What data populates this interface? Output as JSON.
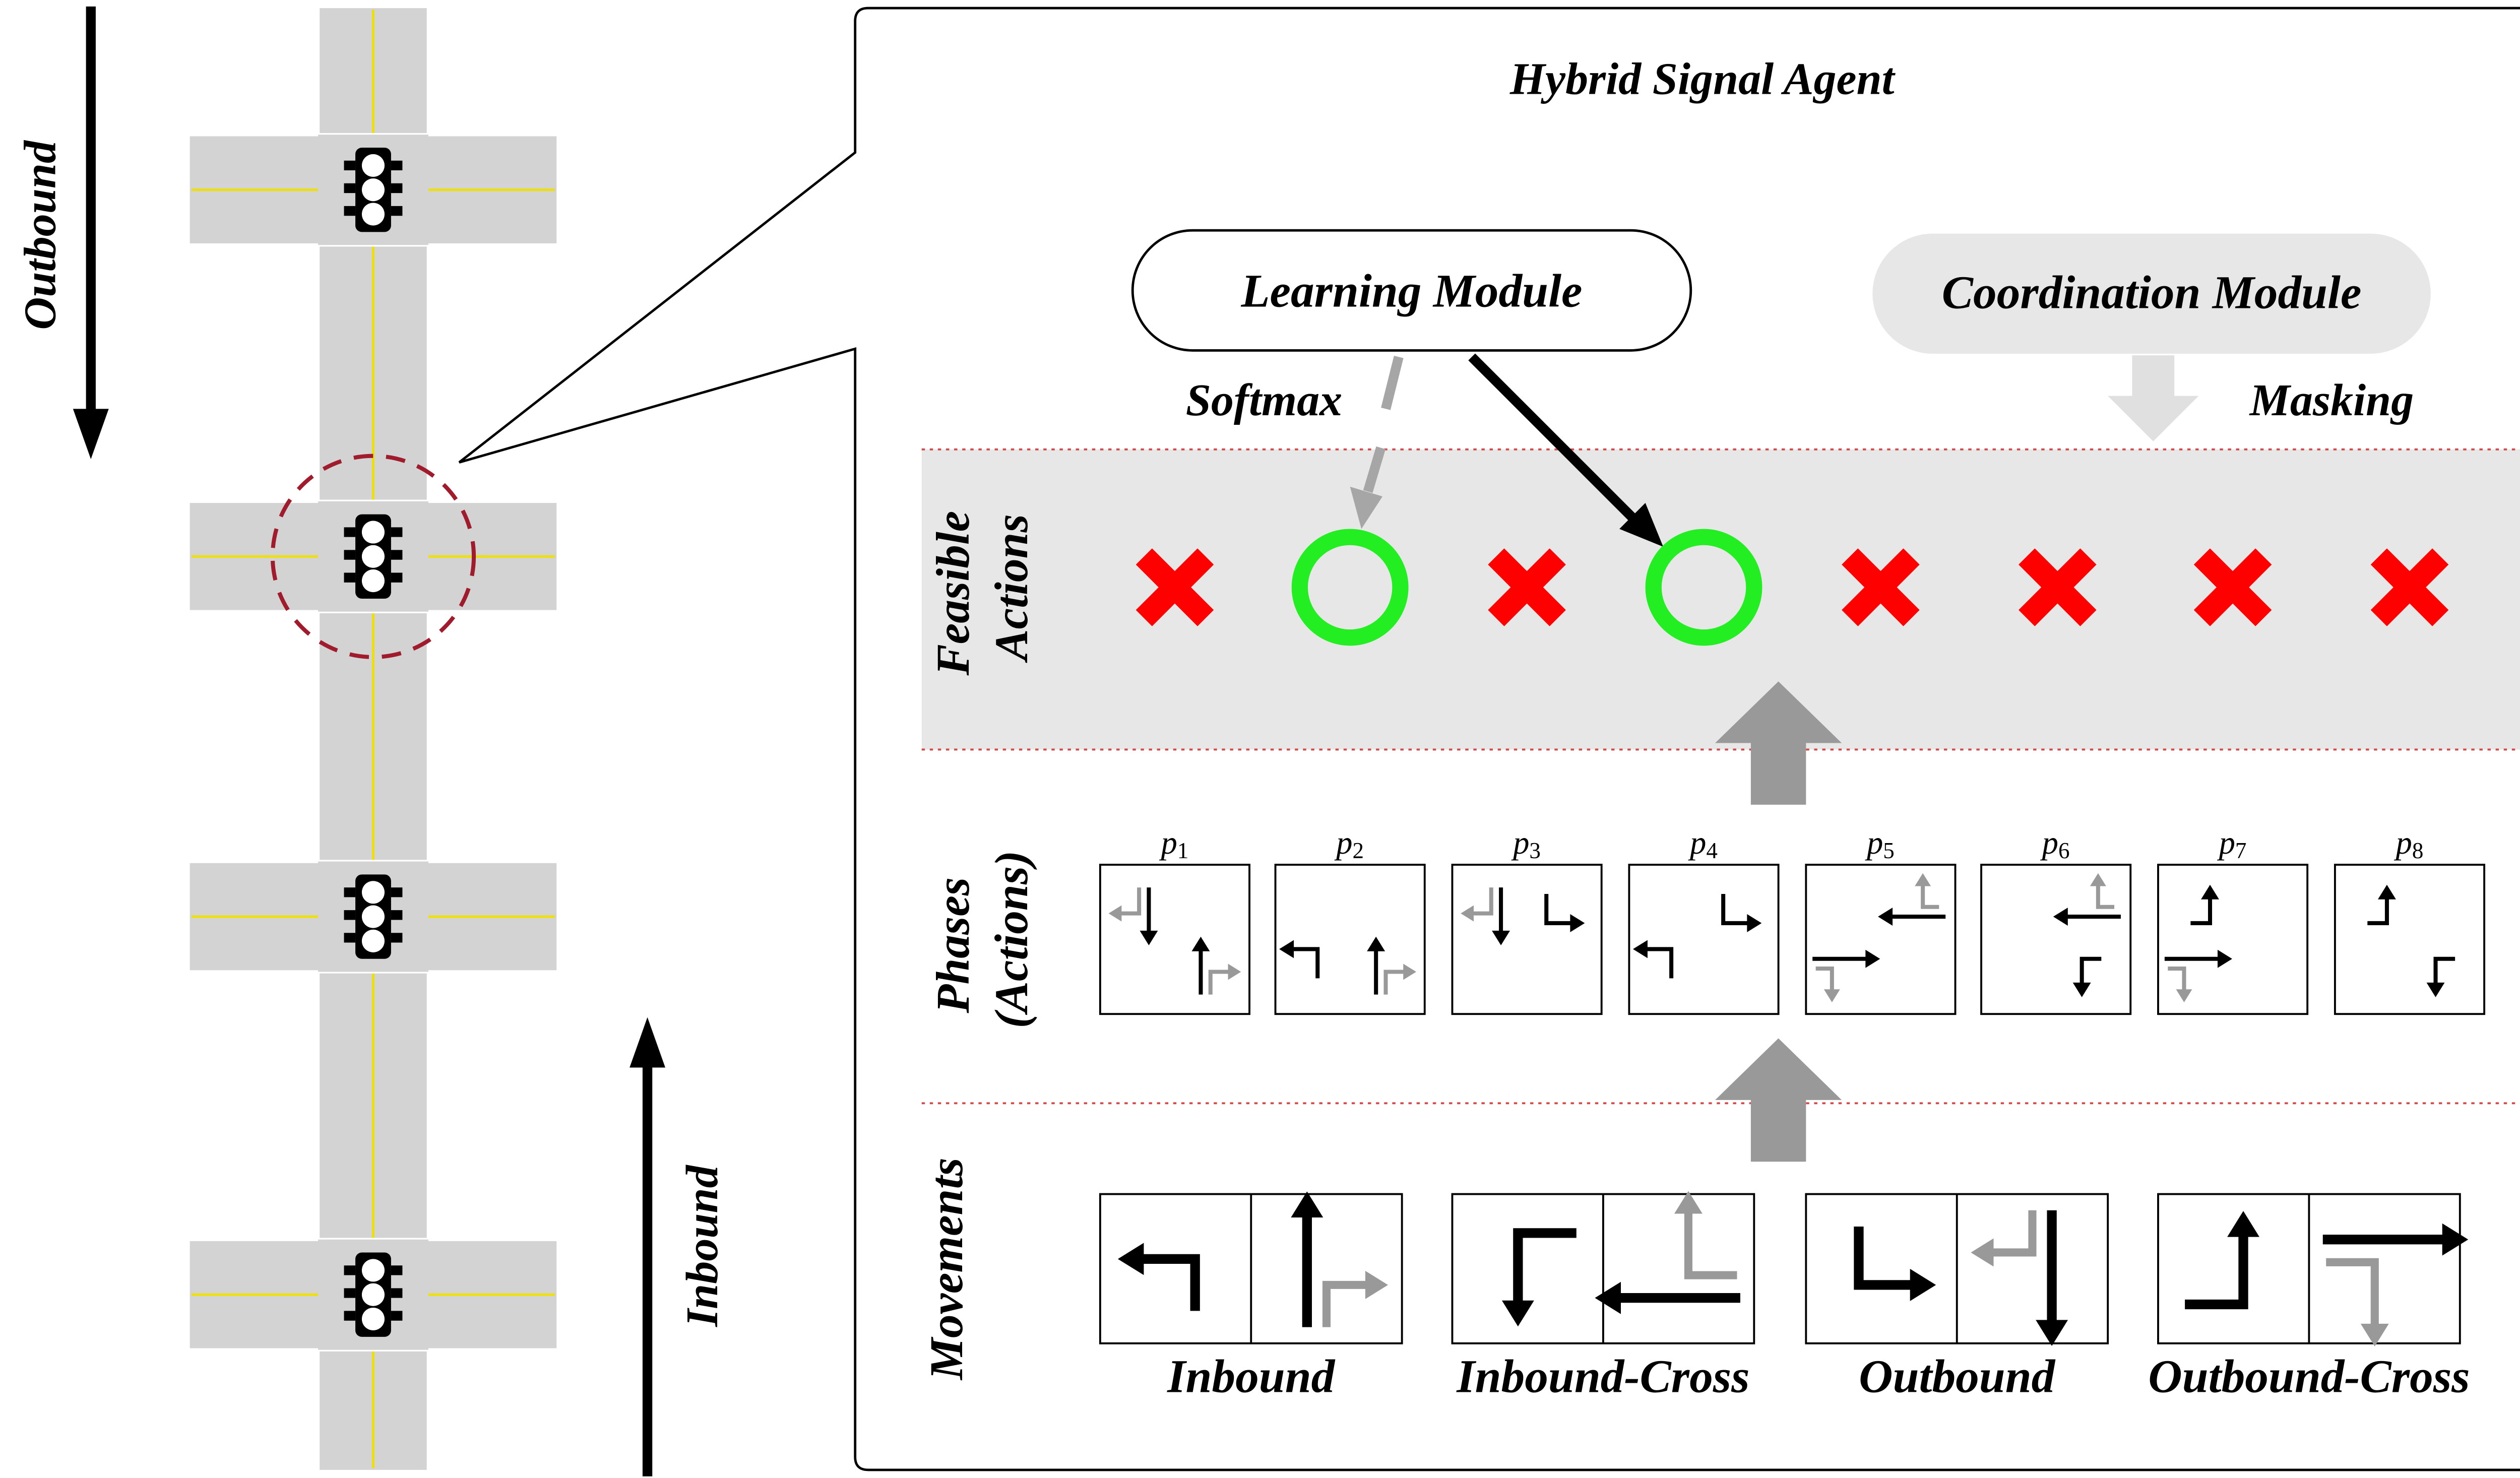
{
  "title": "Hybrid Signal Agent",
  "modules": {
    "learning": "Learning Module",
    "coordination": "Coordination Module"
  },
  "labels": {
    "softmax": "Softmax",
    "masking": "Masking",
    "outbound_corridor": "Outbound",
    "inbound_corridor": "Inbound"
  },
  "rows": {
    "feasible": [
      "Feasible",
      "Actions"
    ],
    "phases": [
      "Phases",
      "(Actions)"
    ],
    "movements": [
      "Movements"
    ]
  },
  "feasible_actions": [
    "infeasible",
    "feasible",
    "infeasible",
    "feasible",
    "infeasible",
    "infeasible",
    "infeasible",
    "infeasible"
  ],
  "phases": [
    {
      "p": "p",
      "sub": "1"
    },
    {
      "p": "p",
      "sub": "2"
    },
    {
      "p": "p",
      "sub": "3"
    },
    {
      "p": "p",
      "sub": "4"
    },
    {
      "p": "p",
      "sub": "5"
    },
    {
      "p": "p",
      "sub": "6"
    },
    {
      "p": "p",
      "sub": "7"
    },
    {
      "p": "p",
      "sub": "8"
    }
  ],
  "movement_groups": [
    "Inbound",
    "Inbound-Cross",
    "Outbound",
    "Outbound-Cross"
  ],
  "colors": {
    "infeasible": "#ff0000",
    "feasible": "#22ee22",
    "road": "#d3d3d3",
    "center_line": "#f0e000",
    "panel": "#e7e7e7",
    "grey_arrow": "#999999",
    "highlight": "#a01c2c"
  }
}
